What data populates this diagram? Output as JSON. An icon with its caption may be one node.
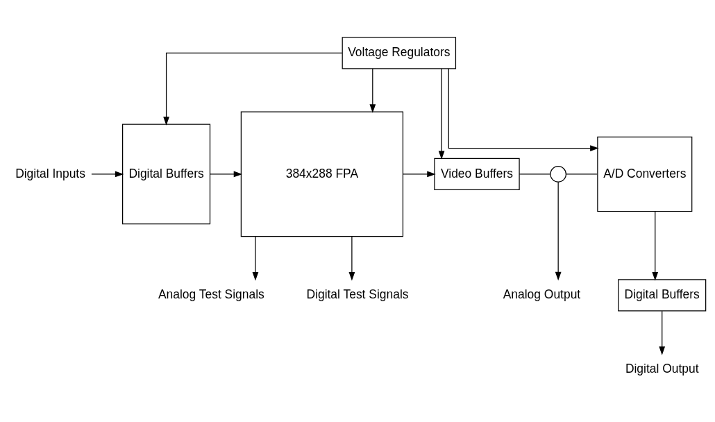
{
  "diagram": {
    "nodes": [
      {
        "text": [
          "Voltage Regulators"
        ]
      },
      {
        "text": [
          "Digital Buffers"
        ]
      },
      {
        "text": [
          "384x288 FPA"
        ]
      },
      {
        "text": [
          "Video Buffers"
        ]
      },
      {
        "text": [
          "A/D Converters"
        ]
      },
      {
        "text": [
          "Digital Buffers"
        ]
      },
      {
        "text": [
          "Digital Inputs"
        ]
      },
      {
        "text": [
          "Analog Test Signals"
        ]
      },
      {
        "text": [
          "Digital Test Signals"
        ]
      },
      {
        "text": [
          "Analog Output"
        ]
      },
      {
        "text": [
          "Digital Output"
        ]
      },
      {
        "text": [],
        "shape": "switch"
      }
    ],
    "edges": [
      {
        "from": 0,
        "to": 1,
        "arrow": "to"
      },
      {
        "from": 0,
        "to": 2,
        "arrow": "to"
      },
      {
        "from": 0,
        "to": 3,
        "arrow": "to"
      },
      {
        "from": 0,
        "to": 4,
        "arrow": "to"
      },
      {
        "from": 6,
        "to": 1,
        "arrow": "to"
      },
      {
        "from": 1,
        "to": 2,
        "arrow": "to"
      },
      {
        "from": 2,
        "to": 3,
        "arrow": "to"
      },
      {
        "from": 3,
        "to": 11,
        "arrow": "none"
      },
      {
        "from": 11,
        "to": 4,
        "arrow": "none"
      },
      {
        "from": 11,
        "to": 9,
        "arrow": "to"
      },
      {
        "from": 4,
        "to": 5,
        "arrow": "to"
      },
      {
        "from": 5,
        "to": 10,
        "arrow": "to"
      },
      {
        "from": 2,
        "to": 7,
        "arrow": "to"
      },
      {
        "from": 2,
        "to": 8,
        "arrow": "to"
      }
    ]
  }
}
